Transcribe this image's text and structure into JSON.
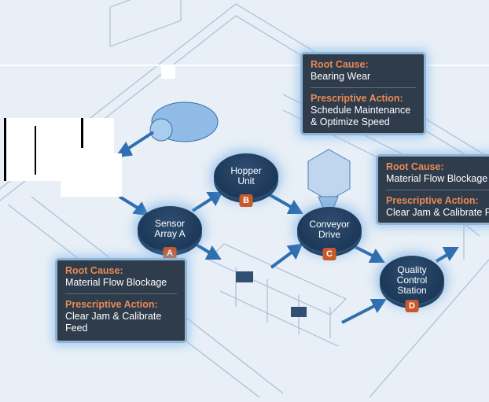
{
  "nodes": [
    {
      "label": "Sensor Array A",
      "line1": "Sensor",
      "line2": "Array A",
      "badge": "A"
    },
    {
      "label": "Hopper Unit",
      "line1": "Hopper",
      "line2": "Unit",
      "badge": "B"
    },
    {
      "label": "Conveyor Drive",
      "line1": "Conveyor",
      "line2": "Drive",
      "badge": "C"
    },
    {
      "label": "Quality Control Station",
      "line1": "Quality",
      "line2": "Control",
      "line3": "Station",
      "badge": "D"
    }
  ],
  "callouts": {
    "top": {
      "root_label": "Root Cause:",
      "root": "Bearing Wear",
      "action_label": "Prescriptive Action:",
      "action": "Schedule Maintenance & Optimize Speed"
    },
    "right": {
      "root_label": "Root Cause:",
      "root": "Material Flow Blockage",
      "action_label": "Prescriptive Action:",
      "action": "Clear Jam & Calibrate Feed"
    },
    "left": {
      "root_label": "Root Cause:",
      "root": "Material Flow Blockage",
      "action_label": "Prescriptive Action:",
      "action": "Clear Jam & Calibrate Feed"
    }
  },
  "colors": {
    "accent": "#c9582b",
    "node": "#1c3858",
    "arrow": "#2f6fb0",
    "root_label": "#e98a55"
  }
}
